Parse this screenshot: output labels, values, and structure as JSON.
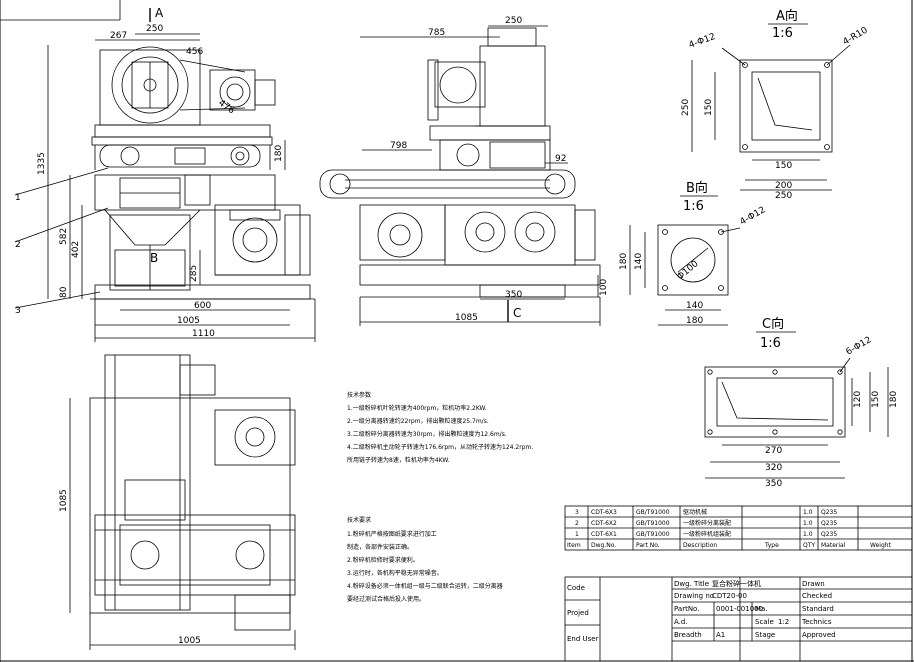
{
  "front_view": {
    "section_top": "A",
    "section_bottom": "B",
    "dims": {
      "d267": "267",
      "d250": "250",
      "d456": "456",
      "d476": "476",
      "d1335": "1335",
      "d180": "180",
      "d582": "582",
      "d402": "402",
      "d285": "285",
      "d80": "80",
      "d600": "600",
      "d1005": "1005",
      "d1110": "1110"
    },
    "leaders": [
      "1",
      "2",
      "3"
    ]
  },
  "side_view": {
    "section_c": "C",
    "dims": {
      "d785": "785",
      "d250": "250",
      "d798": "798",
      "d92": "92",
      "d350": "350",
      "d100": "100",
      "d1085": "1085"
    }
  },
  "plan_view": {
    "dims": {
      "d1085": "1085",
      "d1005": "1005"
    }
  },
  "view_a": {
    "title": "A向",
    "scale": "1:6",
    "holes_left": "4-Φ12",
    "holes_right": "4-R10",
    "dims": {
      "d250": "250",
      "d150v": "150",
      "d150h": "150",
      "d200": "200",
      "d250h": "250"
    }
  },
  "view_b": {
    "title": "B向",
    "scale": "1:6",
    "holes": "4-Φ12",
    "dia": "Φ100",
    "dims": {
      "d180": "180",
      "d140v": "140",
      "d140h": "140",
      "d180h": "180"
    }
  },
  "view_c": {
    "title": "C向",
    "scale": "1:6",
    "holes": "6-Φ12",
    "dims": {
      "d120": "120",
      "d150": "150",
      "d180": "180",
      "d270": "270",
      "d320": "320",
      "d350": "350"
    }
  },
  "notes_1": {
    "title": "技术参数",
    "lines": [
      "1.一级粉碎机叶轮转速为400rpm，粒机功率2.2KW.",
      "2.一级分离器转速约22rpm，排出颗粒速度25.7m/s.",
      "3.二级粉碎分离器转速为30rpm，排出颗粒速度为12.6m/s.",
      "4.二级粉碎机主动轮子转速为176.6rpm，从动轮子转速为124.2rpm.",
      "  所用链子转速为8速，粒机功率为4KW."
    ]
  },
  "notes_2": {
    "title": "技术要求",
    "lines": [
      "1.粉碎机严格按图纸要求进行加工",
      "  制造，各部件安装正确。",
      "2.粉碎机检修时要求便利。",
      "3.运行时，各机构平稳无异常噪音。",
      "4.粉碎设备必须一体机组一级与二级联合运转，二级分离器",
      "  要经过测试合格后投入使用。"
    ]
  },
  "bom": {
    "rows": [
      [
        "3",
        "CDT-6X3",
        "GB/T91000",
        "驱动机械",
        "",
        "1.0",
        "Q235",
        ""
      ],
      [
        "2",
        "CDT-6X2",
        "GB/T91000",
        "一级粉碎分离装配",
        "",
        "1.0",
        "Q235",
        ""
      ],
      [
        "1",
        "CDT-6X1",
        "GB/T91000",
        "一级粉碎机组装配",
        "",
        "1.0",
        "Q235",
        ""
      ]
    ],
    "header": [
      "Item",
      "Dwg.No.",
      "Part No.",
      "Description",
      "Type",
      "QTY",
      "Material",
      "Weight"
    ]
  },
  "title_block": {
    "code": "Code",
    "projed": "Projed",
    "end_user": "End User",
    "dwg_title_label": "Dwg. Title",
    "dwg_title_value": "复合粉碎一体机",
    "drawing_no_label": "Drawing no",
    "drawing_no_value": "CDT20-00",
    "part_no_label": "PartNo.",
    "part_no_value": "0001-001000",
    "ma_label": "Ma.",
    "ad_label": "A.d.",
    "scale_label": "Scale",
    "scale_value": "1:2",
    "breadth_label": "Breadth",
    "breadth_value": "A1",
    "stage_label": "Stage",
    "drawn": "Drawn",
    "checked": "Checked",
    "standard": "Standard",
    "technics": "Technics",
    "approved": "Approved"
  }
}
